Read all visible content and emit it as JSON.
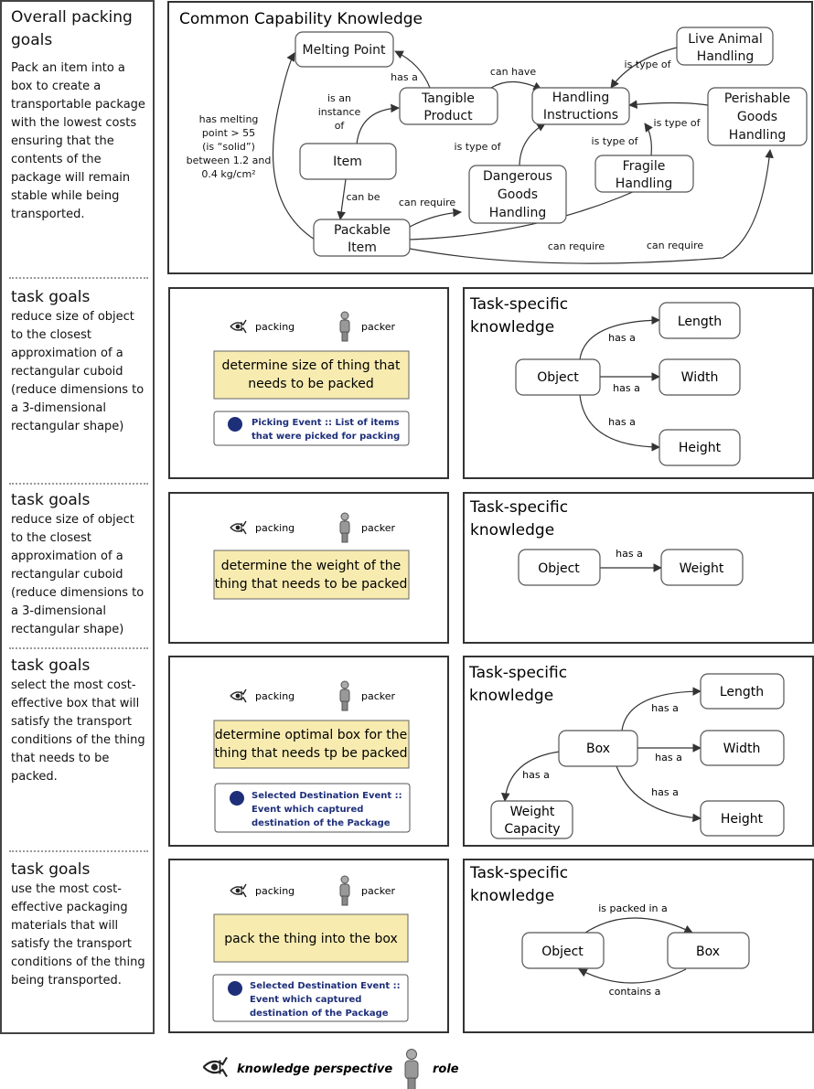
{
  "left": {
    "overall": {
      "heading": "Overall packing goals",
      "text": "Pack an item into a box to create a transportable package with the lowest costs ensuring that the contents of the package will remain stable while being transported."
    },
    "tasks": [
      {
        "heading": "task goals",
        "text": "reduce size of object to the closest approximation of a rectangular cuboid (reduce dimensions to a 3-dimensional rectangular shape)"
      },
      {
        "heading": "task goals",
        "text": "reduce size of object to the closest approximation of a rectangular cuboid (reduce dimensions to a 3-dimensional rectangular shape)"
      },
      {
        "heading": "task goals",
        "text": "select the most cost-effective box that will satisfy the transport conditions of the thing that needs to be packed."
      },
      {
        "heading": "task goals",
        "text": "use the most cost-effective packaging materials that will satisfy the transport conditions of the thing being transported."
      }
    ]
  },
  "common": {
    "title": "Common Capability Knowledge",
    "nodes": {
      "melting_point": "Melting Point",
      "live_animal": [
        "Live Animal",
        "Handling"
      ],
      "tangible": [
        "Tangible",
        "Product"
      ],
      "handling": [
        "Handling",
        "Instructions"
      ],
      "perishable": [
        "Perishable",
        "Goods",
        "Handling"
      ],
      "item": "Item",
      "fragile": [
        "Fragile",
        "Handling"
      ],
      "dangerous": [
        "Dangerous",
        "Goods",
        "Handling"
      ],
      "packable": [
        "Packable",
        "Item"
      ]
    },
    "edges": {
      "has_a": "has a",
      "can_have": "can have",
      "is_type_of_1": "is type of",
      "is_instance": [
        "is an",
        "instance",
        "of"
      ],
      "has_melting": [
        "has melting",
        "point > 55",
        "(is “solid”)",
        "between 1.2 and",
        "0.4 kg/cm²"
      ],
      "is_type_of_2": "is type of",
      "is_type_of_3": "is type of",
      "is_type_of_4": "is type of",
      "can_be": "can be",
      "can_require_1": "can require",
      "can_require_2": "can require",
      "can_require_3": "can require"
    }
  },
  "tasks": [
    {
      "perspective": "packing",
      "role": "packer",
      "task": [
        "determine size of thing that",
        "needs to be packed"
      ],
      "event": [
        "Picking Event :: List of items",
        "that were picked for packing"
      ],
      "knowledge_title": [
        "Task-specific",
        "knowledge"
      ],
      "nodes": {
        "object": "Object",
        "length": "Length",
        "width": "Width",
        "height": "Height"
      },
      "edges": {
        "a": "has a",
        "b": "has a",
        "c": "has a"
      }
    },
    {
      "perspective": "packing",
      "role": "packer",
      "task": [
        "determine the weight of the",
        "thing that needs to be packed"
      ],
      "knowledge_title": [
        "Task-specific",
        "knowledge"
      ],
      "nodes": {
        "object": "Object",
        "weight": "Weight"
      },
      "edges": {
        "a": "has a"
      }
    },
    {
      "perspective": "packing",
      "role": "packer",
      "task": [
        "determine optimal box for the",
        "thing that needs tp be packed"
      ],
      "event": [
        "Selected Destination Event ::",
        "Event which captured",
        "destination of the Package"
      ],
      "knowledge_title": [
        "Task-specific",
        "knowledge"
      ],
      "nodes": {
        "box": "Box",
        "length": "Length",
        "width": "Width",
        "height": "Height",
        "weight_capacity": [
          "Weight",
          "Capacity"
        ]
      },
      "edges": {
        "a": "has a",
        "b": "has a",
        "c": "has a",
        "d": "has a"
      }
    },
    {
      "perspective": "packing",
      "role": "packer",
      "task": [
        "pack the thing into the box"
      ],
      "event": [
        "Selected Destination Event ::",
        "Event which captured",
        "destination of the Package"
      ],
      "knowledge_title": [
        "Task-specific",
        "knowledge"
      ],
      "nodes": {
        "object": "Object",
        "box": "Box"
      },
      "edges": {
        "a": "is packed in a",
        "b": "contains a"
      }
    }
  ],
  "legend": {
    "perspective": "knowledge perspective",
    "role": "role"
  },
  "colors": {
    "task_fill": "#f7ebb0",
    "event_dot": "#1e2f7a",
    "event_text": "#1e2f7a",
    "frame": "#333333"
  }
}
